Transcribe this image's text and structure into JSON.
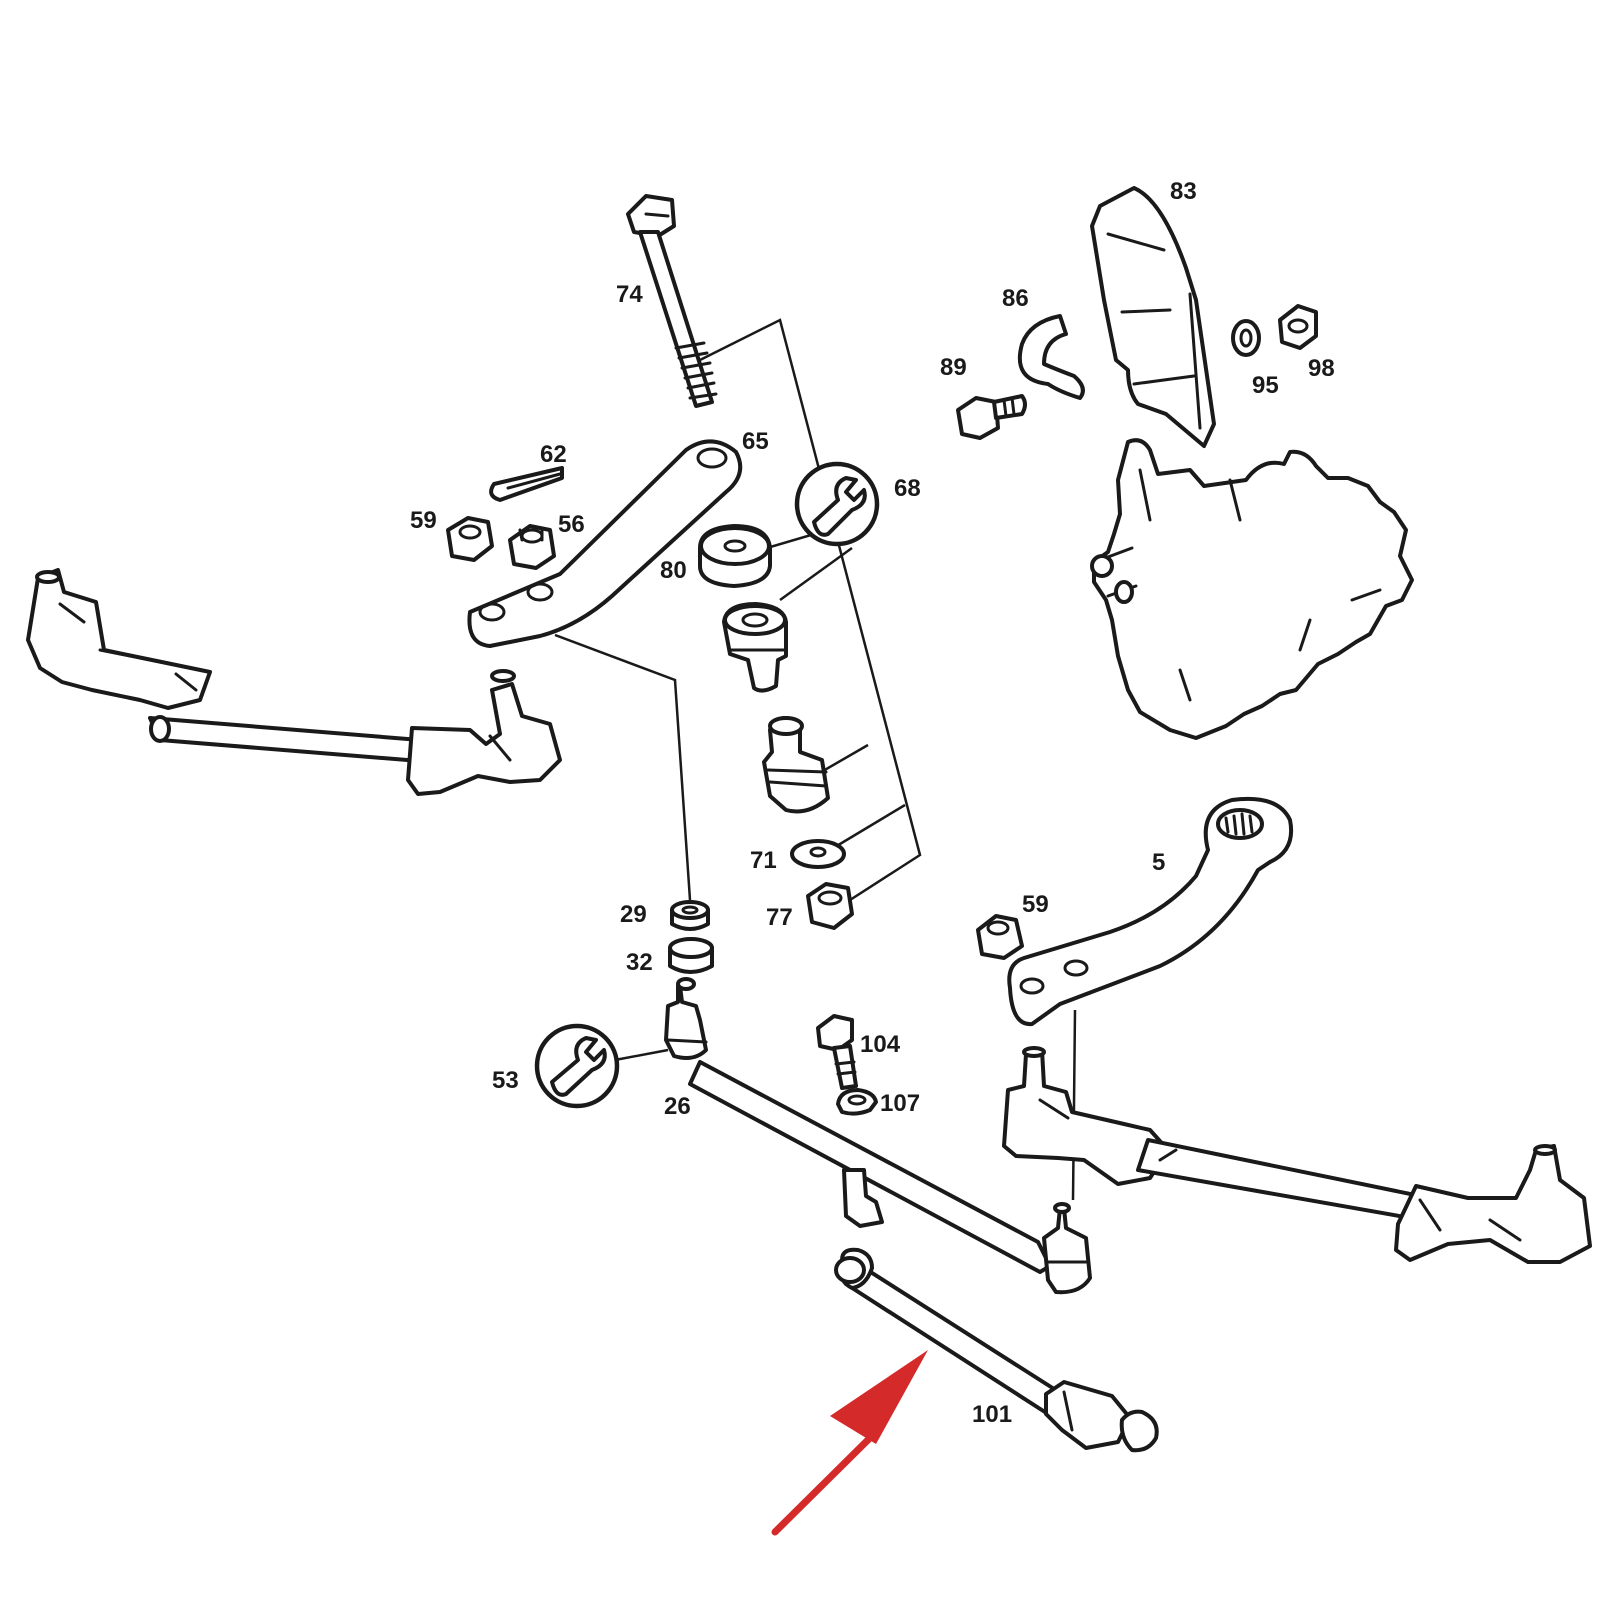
{
  "diagram": {
    "callouts": {
      "p5": "5",
      "p26": "26",
      "p29": "29",
      "p32": "32",
      "p53": "53",
      "p56": "56",
      "p59a": "59",
      "p59b": "59",
      "p62": "62",
      "p65": "65",
      "p68": "68",
      "p71": "71",
      "p74": "74",
      "p77": "77",
      "p80": "80",
      "p83": "83",
      "p86": "86",
      "p89": "89",
      "p95": "95",
      "p98": "98",
      "p101": "101",
      "p104": "104",
      "p107": "107"
    },
    "highlighted_part": "101",
    "colors": {
      "line_art": "#1a1a1a",
      "background": "#ffffff",
      "arrow": "#d42a2a"
    },
    "icons": {
      "tool_a": "wrench-icon",
      "tool_b": "wrench-icon"
    }
  }
}
